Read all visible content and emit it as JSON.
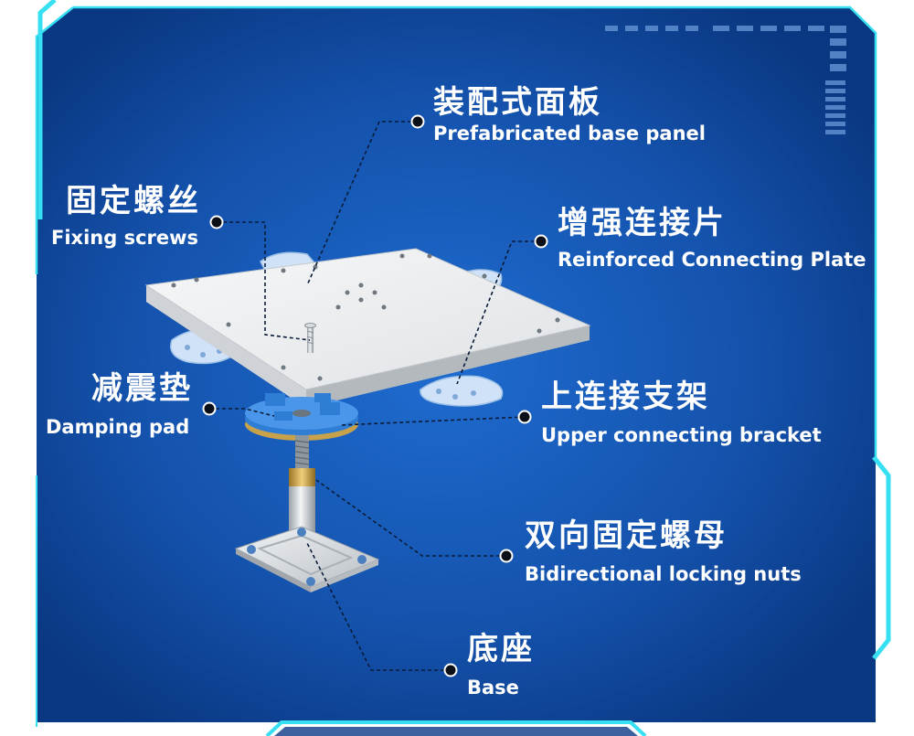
{
  "labels": {
    "panel": {
      "zh": "装配式面板",
      "en": "Prefabricated base panel"
    },
    "screws": {
      "zh": "固定螺丝",
      "en": "Fixing screws"
    },
    "plate": {
      "zh": "增强连接片",
      "en": "Reinforced Connecting Plate"
    },
    "damping": {
      "zh": "减震垫",
      "en": "Damping pad"
    },
    "bracket": {
      "zh": "上连接支架",
      "en": "Upper connecting bracket"
    },
    "nuts": {
      "zh": "双向固定螺母",
      "en": "Bidirectional locking nuts"
    },
    "base": {
      "zh": "底座",
      "en": "Base"
    }
  },
  "colors": {
    "background_dark": "#0b3a85",
    "background_light": "#1a63c4",
    "frame_accent": "#36dff2",
    "panel_top": "#eef0f1",
    "connector_blue": "#2f7ed6",
    "brass": "#c8a24a"
  }
}
